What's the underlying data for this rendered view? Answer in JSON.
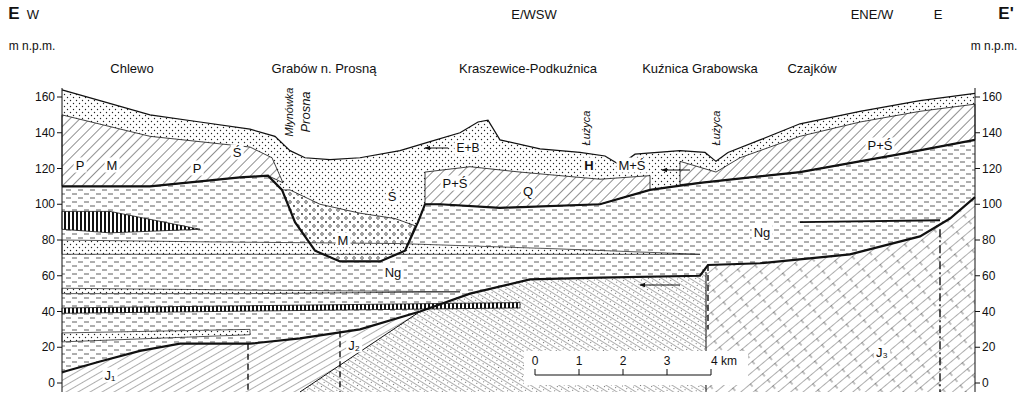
{
  "diagram": {
    "labels": [
      "E",
      "W",
      "E/WSW",
      "ENE/W",
      "E",
      "E'",
      "m n.p.m.",
      "m n.p.m.",
      "Chlewo",
      "Grabów n. Prosną",
      "Kraszewice-Podkuźnica",
      "Kuźnica Grabowska",
      "Czajków",
      "Młynówka",
      "Prosna",
      "Łużyca",
      "Łużyca",
      "H",
      "E+B",
      "M+Ś",
      "P+Ś",
      "Q",
      "P+Ś",
      "P",
      "M",
      "P",
      "Ś",
      "Ś",
      "M",
      "Ng",
      "Ng",
      "J₁",
      "J₂",
      "J₃",
      "160",
      "140",
      "120",
      "100",
      "80",
      "60",
      "40",
      "20",
      "0",
      "160",
      "140",
      "120",
      "100",
      "80",
      "60",
      "40",
      "20",
      "0",
      "0",
      "1",
      "2",
      "3",
      "4 km"
    ]
  }
}
